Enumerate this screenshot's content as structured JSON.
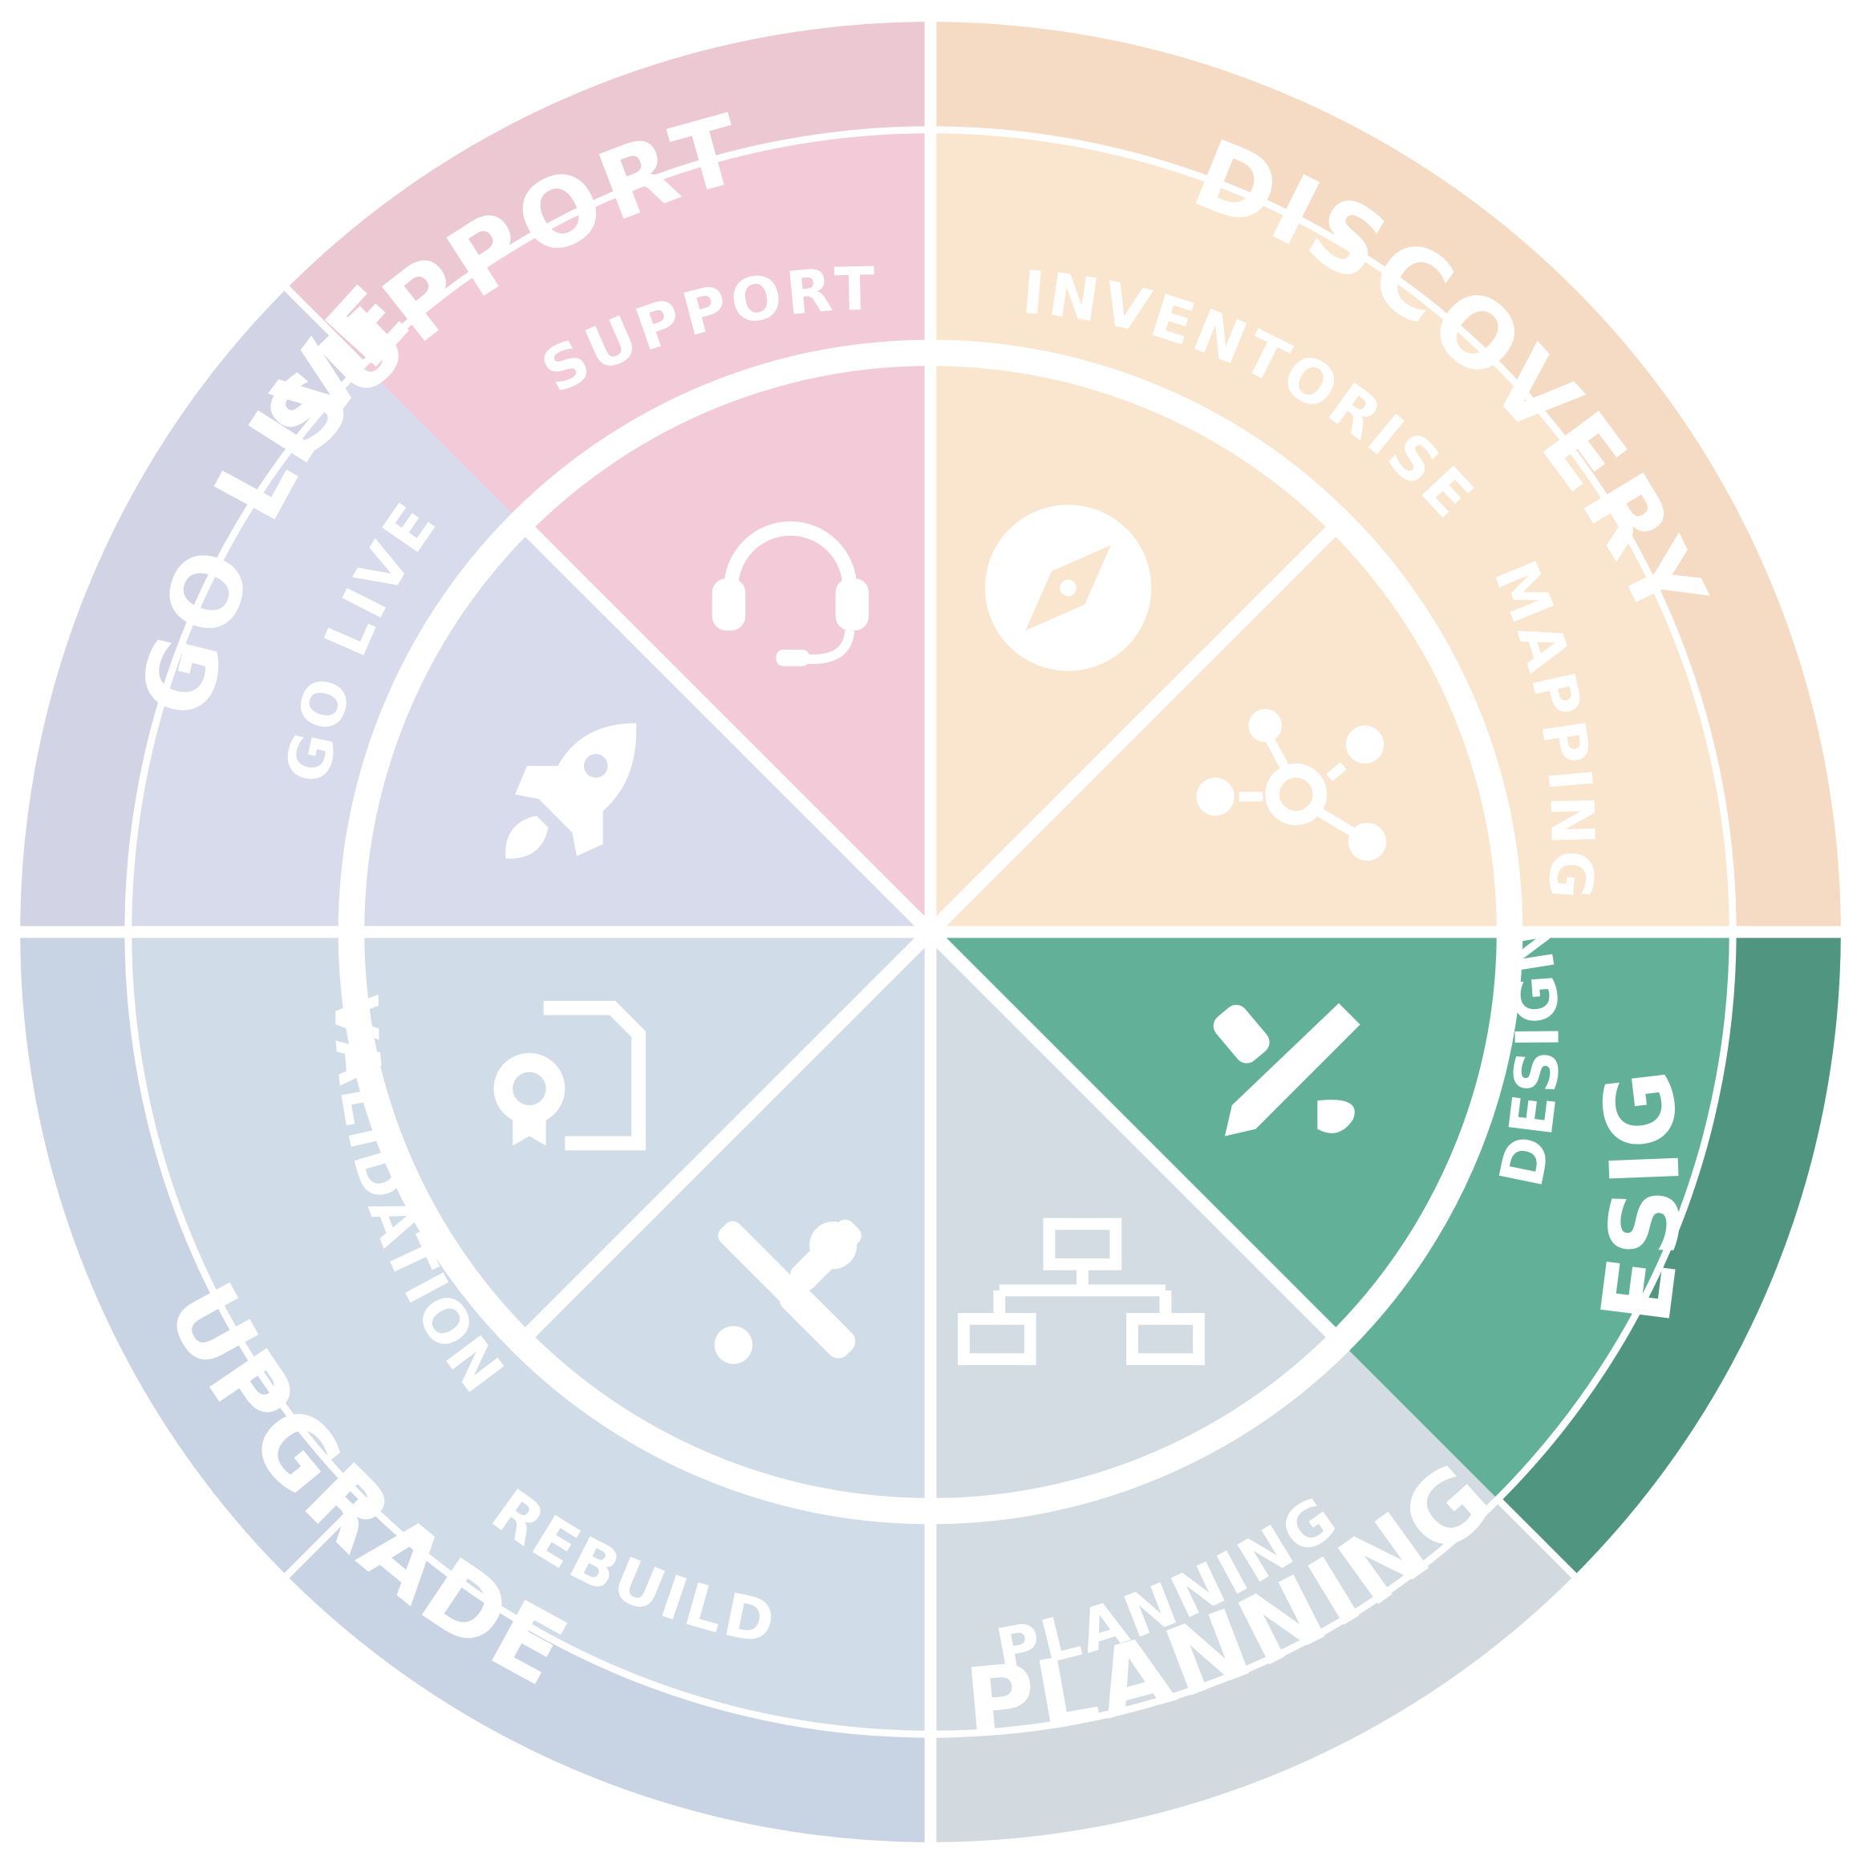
{
  "phases": [
    {
      "key": "discovery",
      "label": "DISCOVERY",
      "color": "#f6dbc4",
      "highlight": false
    },
    {
      "key": "design",
      "label": "DESIGN",
      "color": "#4f957f",
      "highlight": true
    },
    {
      "key": "planning",
      "label": "PLANNING",
      "color": "#d2d9df",
      "highlight": false
    },
    {
      "key": "upgrade",
      "label": "UPGRADE",
      "color": "#c8d4e3",
      "highlight": false
    },
    {
      "key": "golive",
      "label": "GO LIVE",
      "color": "#d2d4e6",
      "highlight": false
    },
    {
      "key": "support",
      "label": "SUPPORT",
      "color": "#ecc8d3",
      "highlight": false
    }
  ],
  "steps": [
    {
      "key": "inventorise",
      "label": "INVENTORISE",
      "icon": "compass-icon",
      "color": "#fae6cf"
    },
    {
      "key": "mapping",
      "label": "MAPPING",
      "icon": "network-nodes-icon",
      "color": "#fae6cf"
    },
    {
      "key": "design",
      "label": "DESIGN",
      "icon": "pencil-brush-icon",
      "color": "#63b098"
    },
    {
      "key": "planning",
      "label": "PLANNING",
      "icon": "sitemap-icon",
      "color": "#d3dce2"
    },
    {
      "key": "rebuild",
      "label": "REBUILD",
      "icon": "tools-icon",
      "color": "#d1dce9"
    },
    {
      "key": "validation",
      "label": "VALIDATION",
      "icon": "certificate-icon",
      "color": "#d1dce9"
    },
    {
      "key": "golive",
      "label": "GO LIVE",
      "icon": "rocket-icon",
      "color": "#d8dbec"
    },
    {
      "key": "support",
      "label": "SUPPORT",
      "icon": "headset-icon",
      "color": "#f3cad7"
    }
  ]
}
